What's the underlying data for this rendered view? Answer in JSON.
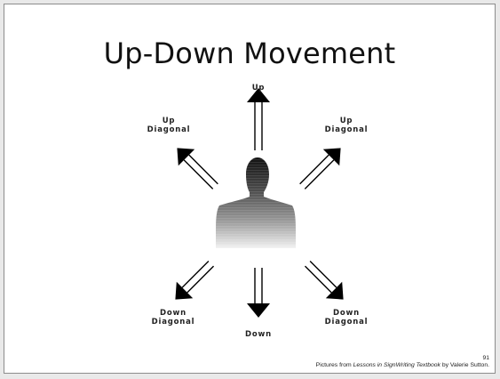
{
  "slide": {
    "title": "Up-Down Movement",
    "page_number": "91",
    "credit_prefix": "Pictures from ",
    "credit_book": "Lessons in SignWriting Textbook",
    "credit_suffix": " by Valerie Sutton."
  },
  "directions": {
    "up": "Up",
    "up_left_line1": "Up",
    "up_left_line2": "Diagonal",
    "up_right_line1": "Up",
    "up_right_line2": "Diagonal",
    "down_left_line1": "Down",
    "down_left_line2": "Diagonal",
    "down": "Down",
    "down_right_line1": "Down",
    "down_right_line2": "Diagonal"
  },
  "colors": {
    "arrow": "#000000",
    "silhouette_top": "#111111",
    "silhouette_bottom": "#f2f2f2"
  },
  "icons": {
    "person": "person-silhouette-icon",
    "arrows": "double-line-arrow-icon"
  }
}
